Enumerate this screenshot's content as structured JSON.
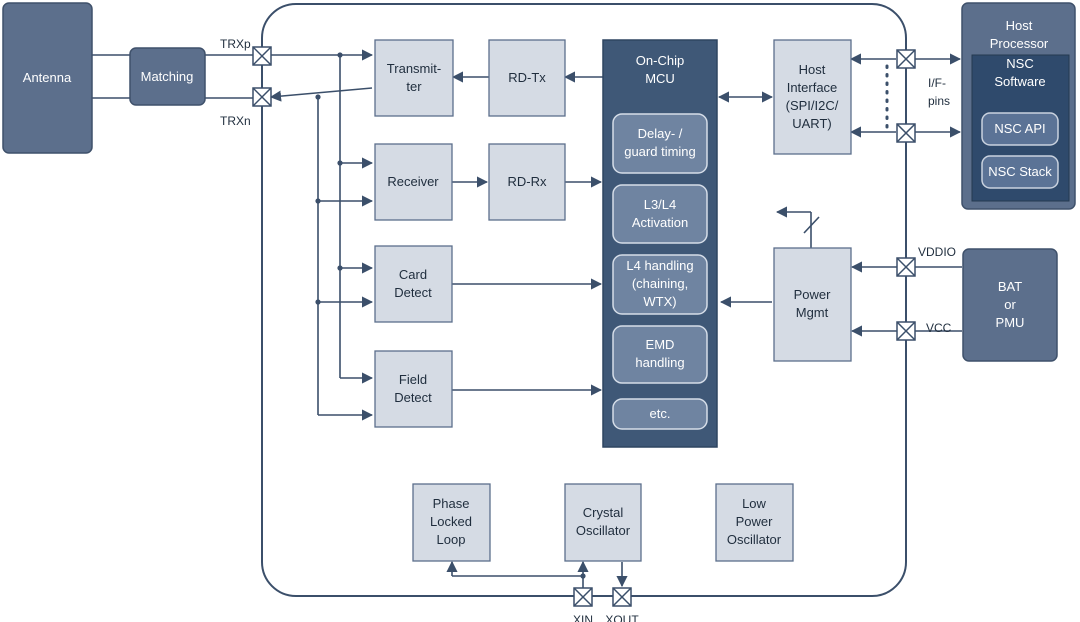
{
  "colors": {
    "outer_fill": "#5c6f8c",
    "outer_stroke": "#3f516b",
    "block_fill": "#d5dbe4",
    "block_stroke": "#5c6f8c",
    "mcu_fill": "#3f5877",
    "mcu_item_fill": "#6f84a1",
    "line": "#3b4f6a",
    "host_inner": "#2f4a6c",
    "host_item": "#5b7396"
  },
  "external": {
    "antenna": [
      "Antenna"
    ],
    "matching": [
      "Matching"
    ],
    "host_processor": [
      "Host",
      "Processor"
    ],
    "nsc_software": [
      "NSC",
      "Software"
    ],
    "nsc_api": [
      "NSC API"
    ],
    "nsc_stack": [
      "NSC Stack"
    ],
    "bat_pmu": [
      "BAT",
      "or",
      "PMU"
    ]
  },
  "blocks": {
    "transmitter": [
      "Transmit-",
      "ter"
    ],
    "rd_tx": [
      "RD-Tx"
    ],
    "receiver": [
      "Receiver"
    ],
    "rd_rx": [
      "RD-Rx"
    ],
    "card_detect": [
      "Card",
      "Detect"
    ],
    "field_detect": [
      "Field",
      "Detect"
    ],
    "host_interface": [
      "Host",
      "Interface",
      "(SPI/I2C/",
      "UART)"
    ],
    "power_mgmt": [
      "Power",
      "Mgmt"
    ],
    "pll": [
      "Phase",
      "Locked",
      "Loop"
    ],
    "crystal_osc": [
      "Crystal",
      "Oscillator"
    ],
    "low_power_osc": [
      "Low",
      "Power",
      "Oscillator"
    ]
  },
  "mcu": {
    "title": [
      "On-Chip",
      "MCU"
    ],
    "items": [
      [
        "Delay- /",
        "guard timing"
      ],
      [
        "L3/L4",
        "Activation"
      ],
      [
        "L4 handling",
        "(chaining,",
        "WTX)"
      ],
      [
        "EMD",
        "handling"
      ],
      [
        "etc."
      ]
    ]
  },
  "pins": {
    "trxp": "TRXp",
    "trxn": "TRXn",
    "if_pins": [
      "I/F-",
      "pins"
    ],
    "vddio": "VDDIO",
    "vcc": "VCC",
    "xin": "XIN",
    "xout": "XOUT"
  }
}
